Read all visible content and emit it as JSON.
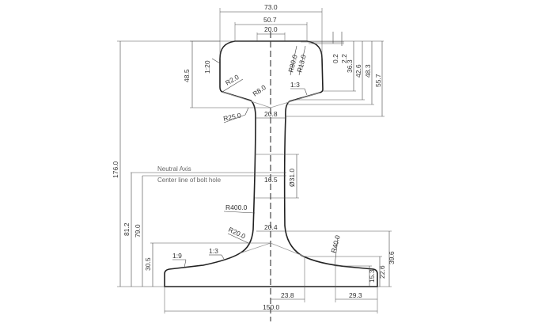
{
  "drawing": {
    "head_dims": {
      "width_total": "73.0",
      "width_top": "50.7",
      "width_crown": "20.0",
      "head_depth": "48.5"
    },
    "right_dims": [
      "0.2",
      "2.2",
      "36.3",
      "42.6",
      "48.3",
      "55.7"
    ],
    "radii": {
      "r80": "R80.0",
      "r13": "R13.0",
      "r2": "R2.0",
      "r8": "R8.0",
      "r25": "R25.0",
      "r400": "R400.0",
      "r20": "R20.0",
      "r40": "R40.0"
    },
    "slopes": {
      "head_side": "1:20",
      "head_under": "1:3",
      "foot_outer": "1:9",
      "foot_inner": "1:3"
    },
    "web": {
      "web_top": "20.8",
      "web_mid": "16.5",
      "bolt_hole": "Ø31.0",
      "web_bottom": "20.4"
    },
    "heights": {
      "total": "176.0",
      "neutral": "81.2",
      "bolt": "79.0",
      "foot_fillet": "30.5"
    },
    "foot_right_dims": [
      "39.6",
      "22.6",
      "15.3"
    ],
    "bottom_dims": {
      "half_web_base": "23.8",
      "toe": "29.3",
      "base_width": "150.0"
    },
    "labels": {
      "neutral_axis": "Neutral Axis",
      "bolt_line": "Center line of bolt hole"
    }
  }
}
